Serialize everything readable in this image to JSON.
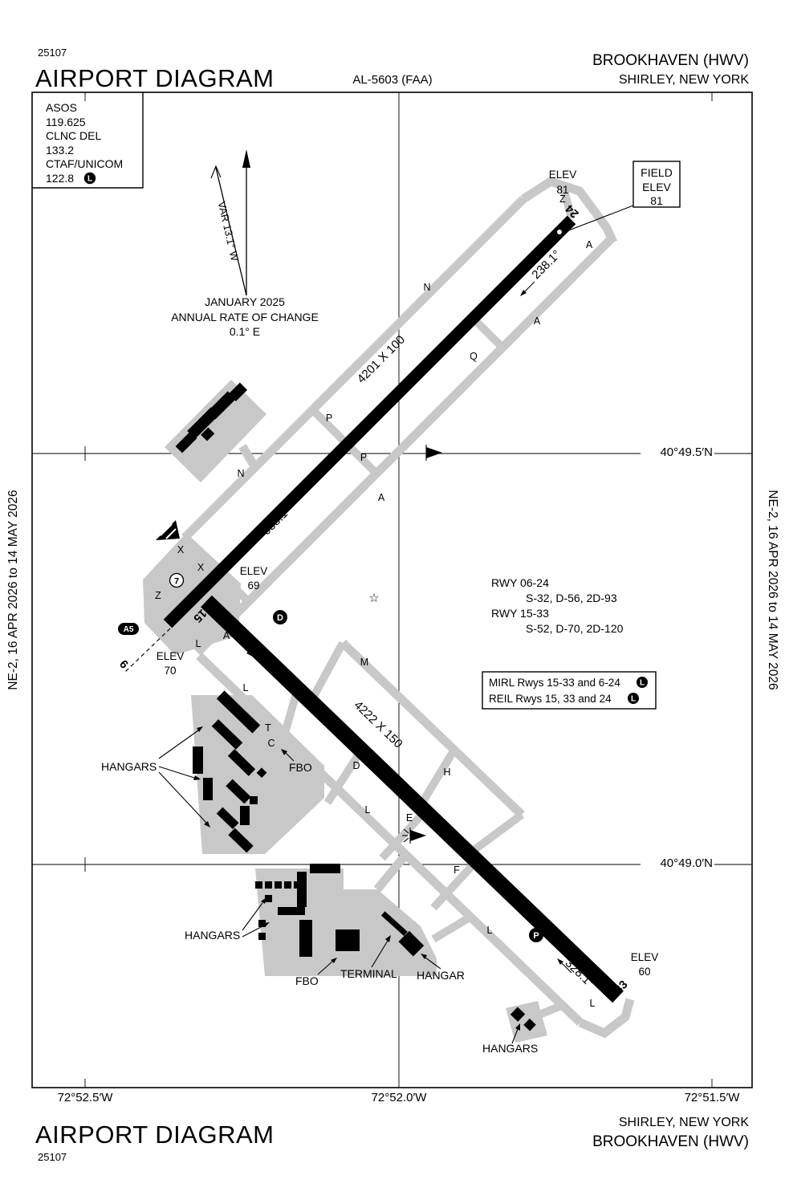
{
  "colors": {
    "ink": "#000000",
    "taxiway_gray": "#c8c8c8"
  },
  "header": {
    "plate": "25107",
    "title": "AIRPORT DIAGRAM",
    "al": "AL-5603 (FAA)",
    "name": "BROOKHAVEN (HWV)",
    "city": "SHIRLEY, NEW YORK"
  },
  "footer": {
    "title": "AIRPORT DIAGRAM",
    "plate": "25107",
    "city": "SHIRLEY, NEW YORK",
    "name": "BROOKHAVEN (HWV)"
  },
  "margin": {
    "left": "NE-2, 16 APR 2026 to 14 MAY 2026",
    "right": "NE-2, 16 APR 2026 to 14 MAY 2026"
  },
  "comm": {
    "l1": "ASOS",
    "l2": "119.625",
    "l3": "CLNC DEL",
    "l4": "133.2",
    "l5": "CTAF/UNICOM",
    "l6": "122.8",
    "pcl": "L"
  },
  "north": {
    "var": "VAR 13.1° W",
    "date": "JANUARY 2025",
    "rate": "ANNUAL RATE OF CHANGE",
    "rate_val": "0.1° E"
  },
  "field_elev": {
    "t1": "FIELD",
    "t2": "ELEV",
    "t3": "81"
  },
  "elev": {
    "rwy24": [
      "ELEV",
      "81"
    ],
    "rwy15": [
      "ELEV",
      "69"
    ],
    "rwy6": [
      "ELEV",
      "70"
    ],
    "rwy33": [
      "ELEV",
      "60"
    ]
  },
  "rwy0624": {
    "dim": "4201 X 100",
    "num_ne": "24",
    "num_sw": "6",
    "hdg_ne": "238.1°",
    "hdg_sw": "058.1°"
  },
  "rwy1533": {
    "dim": "4222 X 150",
    "num_nw": "15",
    "num_se": "33",
    "hdg_nw": "148.1°",
    "hdg_se": "328.1°"
  },
  "rwy_data": {
    "r1": "RWY 06-24",
    "r1_codes": "S-32, D-56, 2D-93",
    "r2": "RWY 15-33",
    "r2_codes": "S-52, D-70, 2D-120"
  },
  "lighting": {
    "mirl": "MIRL Rwys 15-33 and 6-24",
    "reil": "REIL Rwys 15, 33 and 24",
    "pcl": "L"
  },
  "coords": {
    "lat1": "40°49.5′N",
    "lat2": "40°49.0′N",
    "lon1": "72°52.5′W",
    "lon2": "72°52.0′W",
    "lon3": "72°51.5′W"
  },
  "bldg": {
    "hangars_w": "HANGARS",
    "fbo_w": "FBO",
    "hangars_s": "HANGARS",
    "fbo_s": "FBO",
    "terminal": "TERMINAL",
    "hangar": "HANGAR",
    "hangars_se": "HANGARS"
  },
  "tw": [
    "Z",
    "A",
    "N",
    "Q",
    "A",
    "P",
    "P",
    "A",
    "N",
    "X",
    "X",
    "Z",
    "A",
    "L",
    "M",
    "L",
    "T",
    "C",
    "D",
    "H",
    "L",
    "E",
    "F",
    "L",
    "L"
  ],
  "signs": {
    "a5": "A5",
    "disc1": "D",
    "disc2": "P",
    "circle7": "7"
  },
  "icons": {
    "beacon": "☆"
  }
}
